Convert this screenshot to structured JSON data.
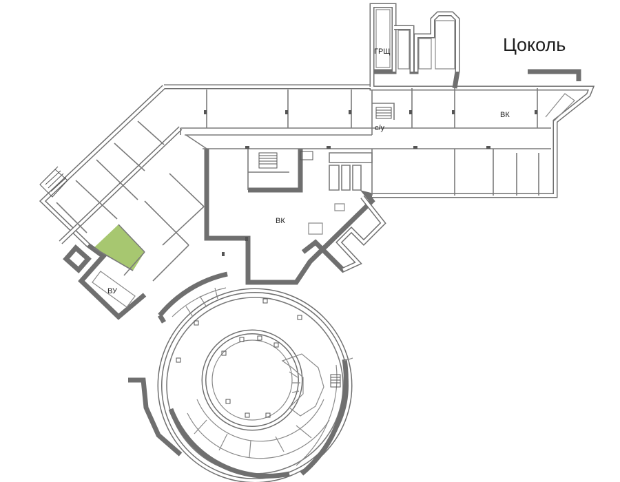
{
  "plan": {
    "title": "Цоколь",
    "highlight_color": "#a7c770",
    "wall_color": "#6f6f6f",
    "rooms": [
      {
        "id": "grsch",
        "label": "ГРЩ"
      },
      {
        "id": "vk-east",
        "label": "ВК"
      },
      {
        "id": "wc",
        "label": "с/у"
      },
      {
        "id": "vk-center",
        "label": "ВК"
      },
      {
        "id": "vu",
        "label": "ВУ"
      }
    ]
  }
}
